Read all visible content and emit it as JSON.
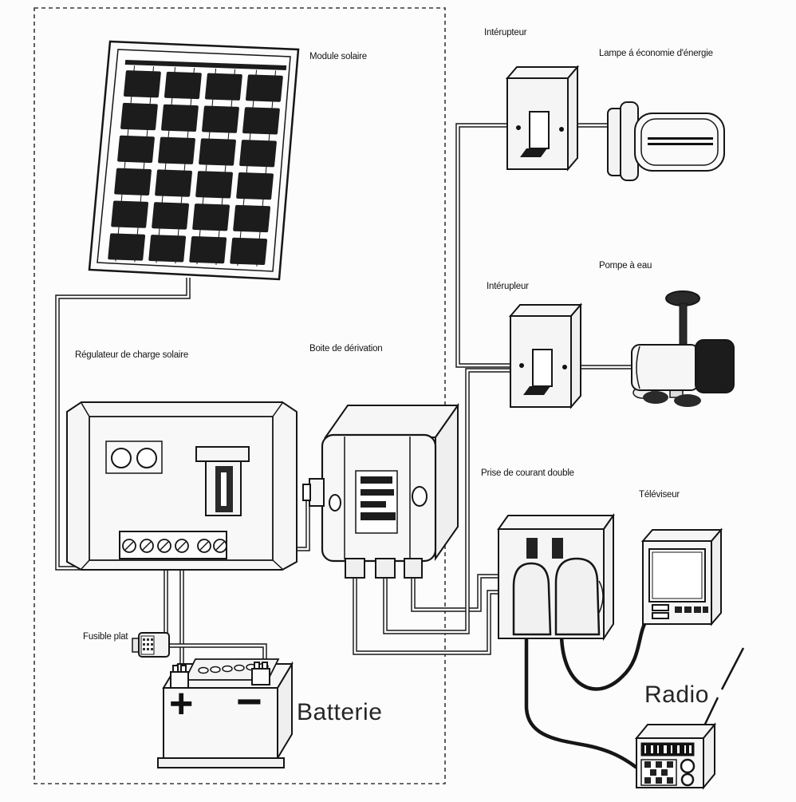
{
  "diagram": {
    "labels": {
      "solar_module": "Module solaire",
      "regulator": "Régulateur de charge solaire",
      "junction_box": "Boite de dérivation",
      "fuse": "Fusible plat",
      "battery": "Batterie",
      "switch_top": "Intérupteur",
      "lamp": "Lampe á économie d'énergie",
      "switch_middle": "Intérupleur",
      "pump": "Pompe à eau",
      "outlet": "Prise de courant double",
      "television": "Téléviseur",
      "radio": "Radio"
    },
    "battery_symbols": {
      "positive": "+",
      "negative": "−"
    },
    "colors": {
      "ink": "#161616",
      "panel_cell": "#1c1c1c",
      "paper": "#fcfcfc"
    }
  }
}
